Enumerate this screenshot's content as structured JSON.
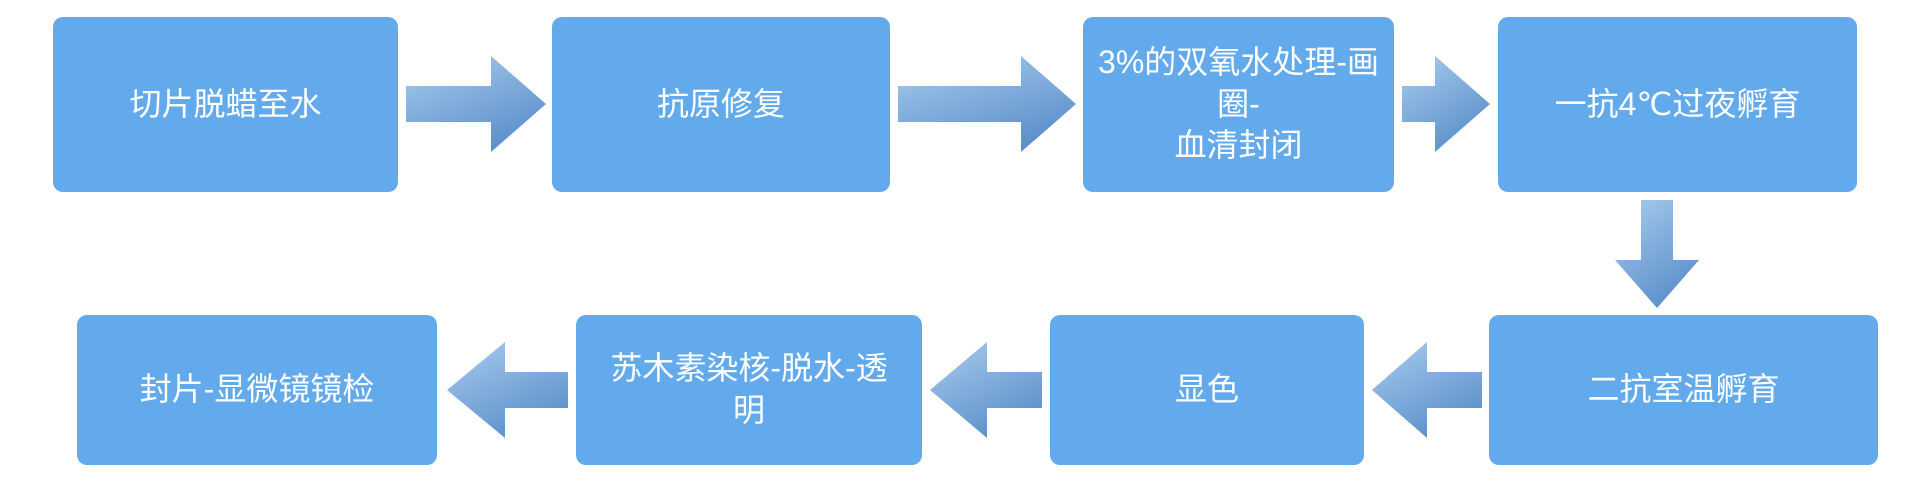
{
  "diagram": {
    "type": "flowchart",
    "background_color": "#ffffff",
    "node_fill_color": "#63aaec",
    "node_text_color": "#ffffff",
    "arrow_gradient_start": "#a9cdee",
    "arrow_gradient_end": "#5d90cb",
    "nodes": [
      {
        "id": 1,
        "label": "切片脱蜡至水"
      },
      {
        "id": 2,
        "label": "抗原修复"
      },
      {
        "id": 3,
        "label": "3%的双氧水处理-画圈-\n血清封闭"
      },
      {
        "id": 4,
        "label": "一抗4℃过夜孵育"
      },
      {
        "id": 5,
        "label": "二抗室温孵育"
      },
      {
        "id": 6,
        "label": "显色"
      },
      {
        "id": 7,
        "label": "苏木素染核-脱水-透\n明"
      },
      {
        "id": 8,
        "label": "封片-显微镜镜检"
      }
    ],
    "connections": [
      {
        "from": 1,
        "to": 2,
        "direction": "right"
      },
      {
        "from": 2,
        "to": 3,
        "direction": "right"
      },
      {
        "from": 3,
        "to": 4,
        "direction": "right"
      },
      {
        "from": 4,
        "to": 5,
        "direction": "down"
      },
      {
        "from": 5,
        "to": 6,
        "direction": "left"
      },
      {
        "from": 6,
        "to": 7,
        "direction": "left"
      },
      {
        "from": 7,
        "to": 8,
        "direction": "left"
      }
    ]
  }
}
